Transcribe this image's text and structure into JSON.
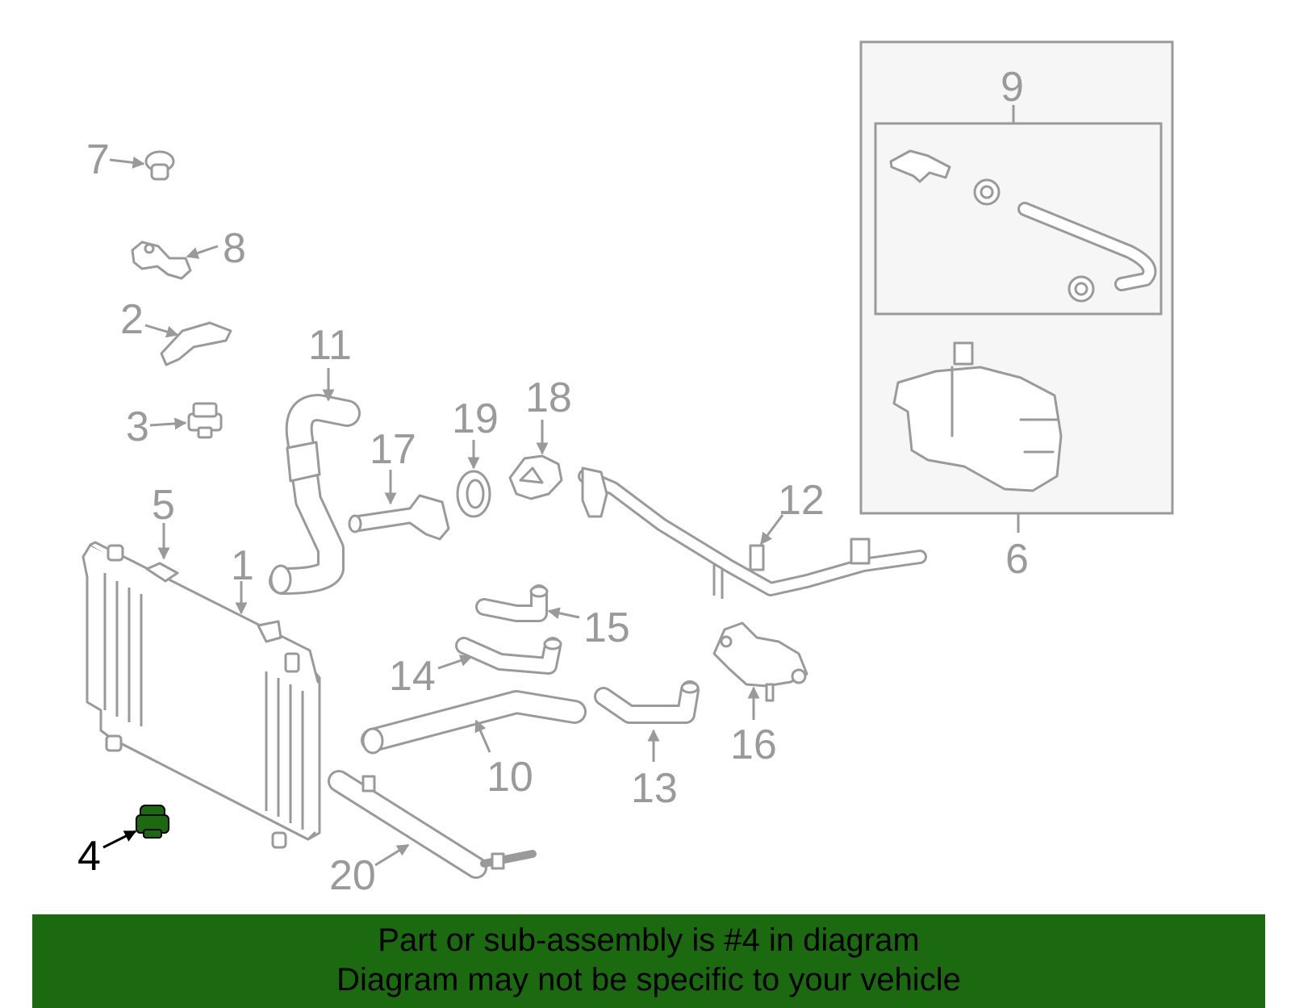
{
  "callouts": {
    "c1": "1",
    "c2": "2",
    "c3": "3",
    "c4": "4",
    "c5": "5",
    "c6": "6",
    "c7": "7",
    "c8": "8",
    "c9": "9",
    "c10": "10",
    "c11": "11",
    "c12": "12",
    "c13": "13",
    "c14": "14",
    "c15": "15",
    "c16": "16",
    "c17": "17",
    "c18": "18",
    "c19": "19",
    "c20": "20"
  },
  "highlighted_part": "4",
  "colors": {
    "part_outline": "#9a9a9a",
    "highlight_fill": "#1b6a10",
    "banner_background": "#1b6a10",
    "inset_background": "#f6f6f6"
  },
  "banner": {
    "line1": "Part or sub-assembly is #4 in diagram",
    "line2": "Diagram may not be specific to your vehicle"
  }
}
